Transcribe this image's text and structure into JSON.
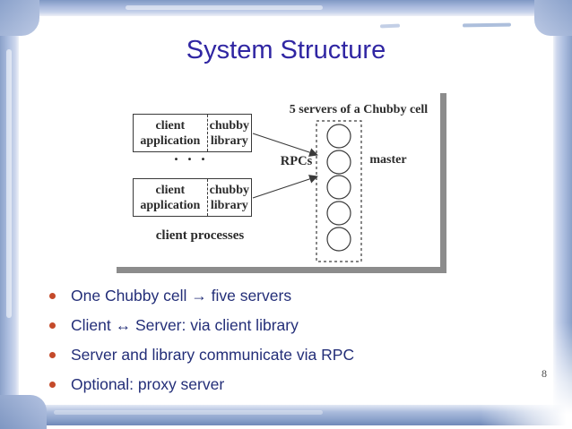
{
  "slide": {
    "title": "System Structure",
    "page_number": "8"
  },
  "diagram": {
    "caption_servers": "5 servers of a Chubby cell",
    "label_rpcs": "RPCs",
    "label_master": "master",
    "label_client_processes": "client processes",
    "ellipsis": ". . .",
    "client_box": {
      "app": "client application",
      "lib": "chubby library"
    },
    "server_count": 5
  },
  "bullets": {
    "items": [
      {
        "text": "One Chubby cell → five servers"
      },
      {
        "text": "Client ↔ Server: via client library"
      },
      {
        "text": "Server and library communicate via RPC"
      },
      {
        "text": "Optional: proxy server"
      }
    ]
  },
  "colors": {
    "title_text": "#3026a3",
    "body_text": "#232e78",
    "bullet_marker": "#c44a2a",
    "frame_blue": "#a9bcdd",
    "diagram_ink": "#3a3a3a",
    "shadow_gray": "#8c8c8c"
  }
}
